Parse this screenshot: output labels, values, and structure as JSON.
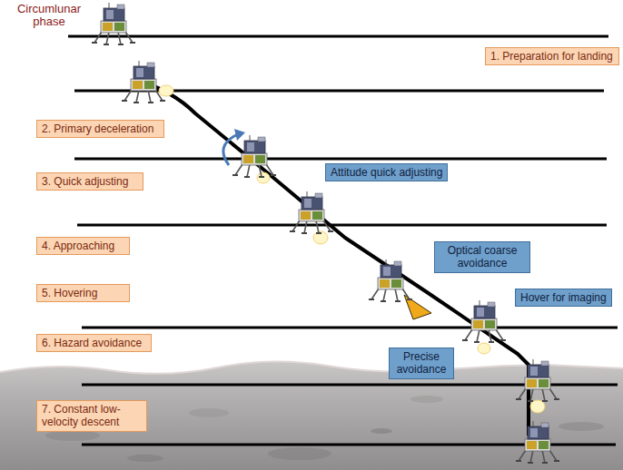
{
  "diagram": {
    "nodes": [
      {
        "text": [
          "1. Preparation for landing"
        ]
      },
      {
        "text": [
          "2. Primary deceleration"
        ]
      },
      {
        "text": [
          "3. Quick adjusting"
        ]
      },
      {
        "text": [
          "Attitude quick adjusting"
        ]
      },
      {
        "text": [
          "4. Approaching"
        ]
      },
      {
        "text": [
          "Optical coarse avoidance"
        ]
      },
      {
        "text": [
          "5. Hovering"
        ]
      },
      {
        "text": [
          "Hover for imaging"
        ]
      },
      {
        "text": [
          "6. Hazard avoidance"
        ]
      },
      {
        "text": [
          "Precise avoidance"
        ]
      },
      {
        "text": [
          "7. Constant low-velocity descent"
        ]
      }
    ],
    "labels": [
      "Circumlunar phase"
    ]
  }
}
